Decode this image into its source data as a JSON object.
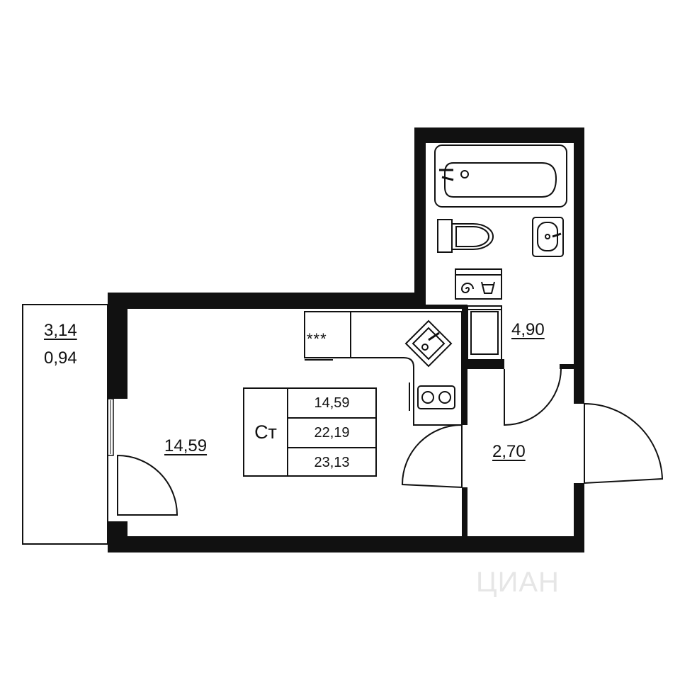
{
  "rooms": {
    "balcony": {
      "area": "3,14",
      "reduced_area": "0,94"
    },
    "living": {
      "area": "14,59"
    },
    "bathroom": {
      "area": "4,90"
    },
    "hall": {
      "area": "2,70"
    }
  },
  "summary": {
    "code": "Ст",
    "living_area": "14,59",
    "total_area": "22,19",
    "total_with_balcony": "23,13"
  },
  "fixtures": {
    "stove_symbol": "***",
    "icons": [
      "bathtub-icon",
      "toilet-icon",
      "sink-icon",
      "washing-machine-icon",
      "kitchen-sink-icon",
      "stove-icon",
      "fridge-icon"
    ]
  },
  "watermark": "ЦИАН",
  "colors": {
    "wall": "#111111",
    "background": "#ffffff",
    "watermark": "#e6e6e6"
  }
}
